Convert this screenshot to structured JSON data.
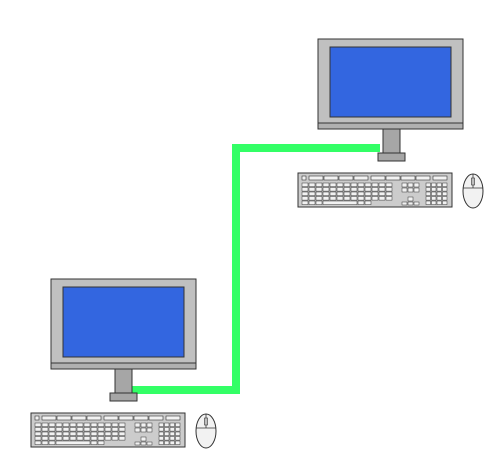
{
  "diagram": {
    "nodes": [
      {
        "id": "computer-a",
        "kind": "workstation",
        "peripherals": [
          "monitor-icon",
          "keyboard-icon",
          "mouse-icon"
        ]
      },
      {
        "id": "computer-b",
        "kind": "workstation",
        "peripherals": [
          "monitor-icon",
          "keyboard-icon",
          "mouse-icon"
        ]
      }
    ],
    "links": [
      {
        "from": "computer-a",
        "to": "computer-b",
        "kind": "network-cable"
      }
    ]
  },
  "colors": {
    "cable": "#33ff66",
    "screen": "#3366e0",
    "bezel": "#c0c0c0",
    "stand": "#a6a6a6",
    "outline": "#333333",
    "keyboard": "#cccccc",
    "key": "#f2f2f2"
  }
}
